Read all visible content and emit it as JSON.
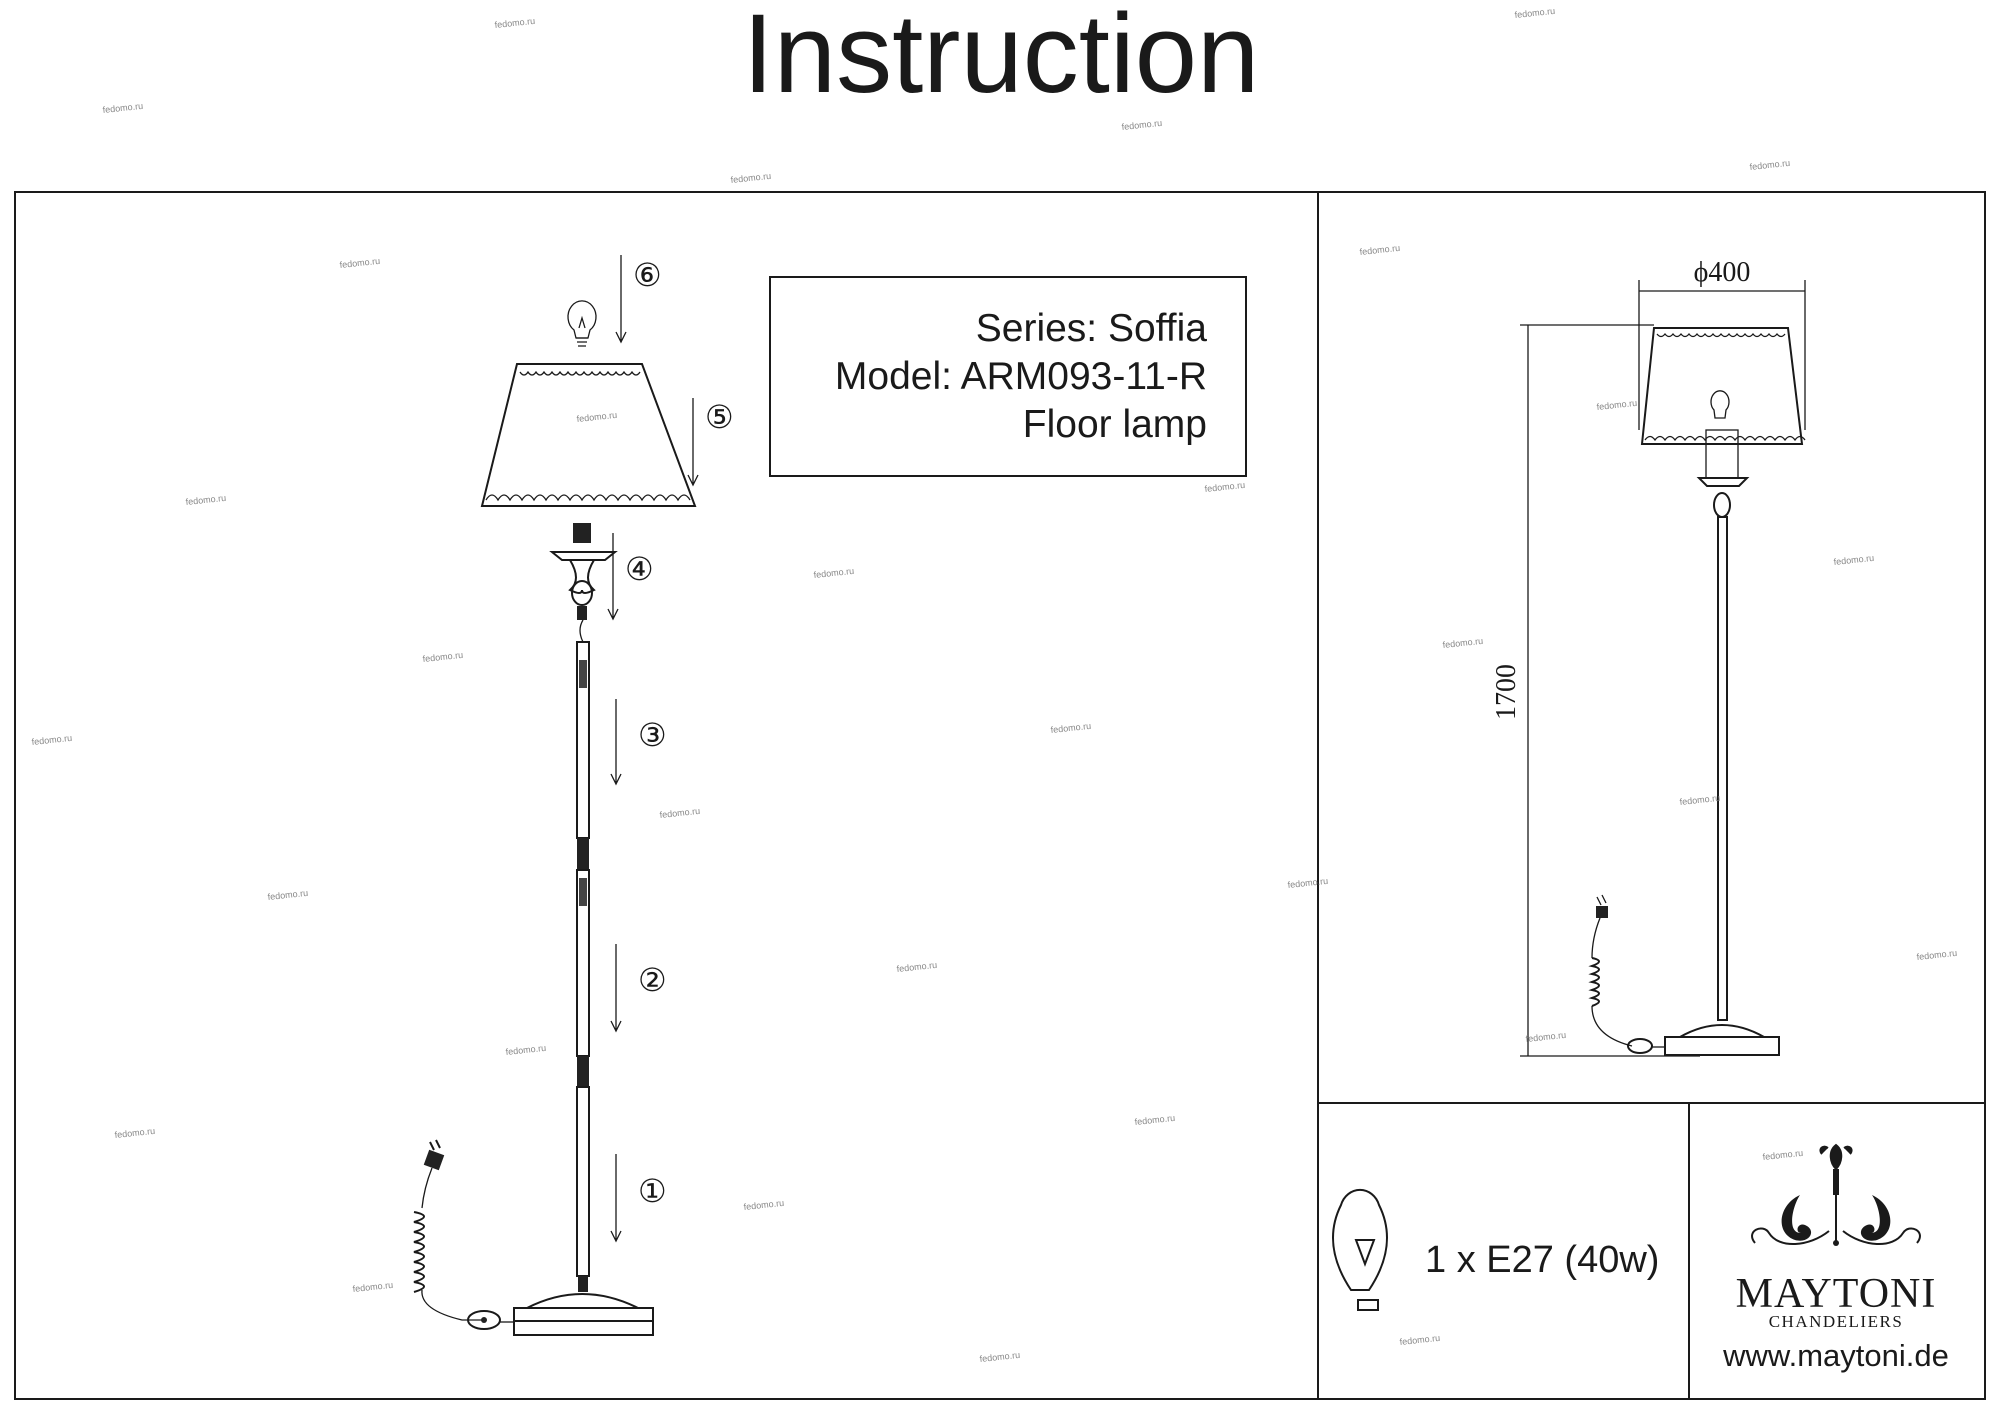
{
  "title": "Instruction",
  "info_box": {
    "series": "Series: Soffia",
    "model": "Model: ARM093-11-R",
    "type": "Floor lamp"
  },
  "assembly_steps": [
    "①",
    "②",
    "③",
    "④",
    "⑤",
    "⑥"
  ],
  "dimensions": {
    "diameter": "ϕ400",
    "height": "1700"
  },
  "bulb_spec": "1 x E27 (40w)",
  "brand": {
    "name": "MAYTONI",
    "subtitle": "CHANDELIERS",
    "website": "www.maytoni.de"
  },
  "watermark": "fedomo.ru"
}
